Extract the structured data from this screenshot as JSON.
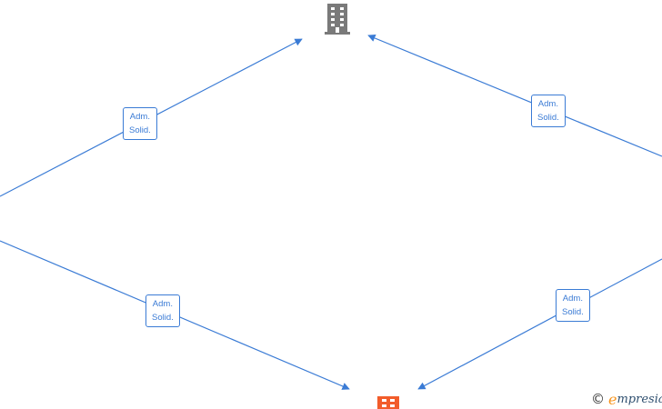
{
  "colors": {
    "edge": "#3a7bd5",
    "building_gray": "#7a7a7a",
    "building_orange": "#f25c2b",
    "brand_accent": "#f7941d"
  },
  "nodes": [
    {
      "id": "top-company",
      "icon": "building-icon",
      "color": "#7a7a7a"
    },
    {
      "id": "bottom-company",
      "icon": "building-icon",
      "color": "#f25c2b"
    }
  ],
  "edges": [
    {
      "id": "left-upper",
      "label_line1": "Adm.",
      "label_line2": "Solid."
    },
    {
      "id": "right-upper",
      "label_line1": "Adm.",
      "label_line2": "Solid."
    },
    {
      "id": "left-lower",
      "label_line1": "Adm.",
      "label_line2": "Solid."
    },
    {
      "id": "right-lower",
      "label_line1": "Adm.",
      "label_line2": "Solid."
    }
  ],
  "watermark": {
    "copyright_symbol": "©",
    "brand_initial": "e",
    "brand_rest": "mpresia"
  }
}
